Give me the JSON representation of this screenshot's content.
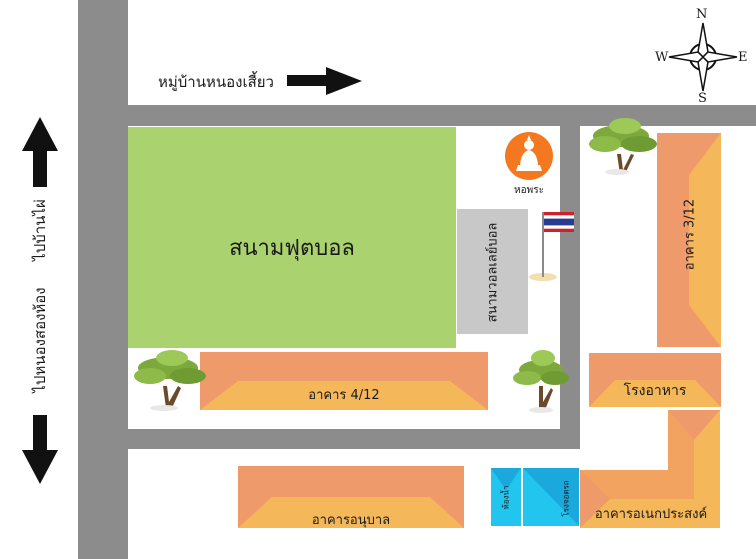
{
  "map": {
    "road_color": "#8c8c8c",
    "field_color": "#aad36f",
    "building_face": "#f4b75a",
    "building_roof": "#ef9a6b",
    "building_ridge": "#ee8a4a",
    "volleyball_color": "#c8c8c8",
    "toilet_color": "#22c5ee",
    "arrow_color": "#111111",
    "labels": {
      "village_road": "หมู่บ้านหนองเสี้ยว",
      "to_ban_phai": "ไปบ้านไผ่",
      "to_nong_song_hong": "ไปหนองสองห้อง",
      "football_field": "สนามฟุตบอล",
      "volleyball_court": "สนามวอลเลย์บอล",
      "buddha_shrine": "หอพระ",
      "building_4_12": "อาคาร 4/12",
      "building_3_12": "อาคาร 3/12",
      "canteen": "โรงอาหาร",
      "kindergarten": "อาคารอนุบาล",
      "multipurpose": "อาคารอเนกประสงค์",
      "toilet": "ห้องน้ำ",
      "garage": "โรงจอดรถ"
    },
    "compass": {
      "n": "N",
      "s": "S",
      "e": "E",
      "w": "W"
    }
  }
}
